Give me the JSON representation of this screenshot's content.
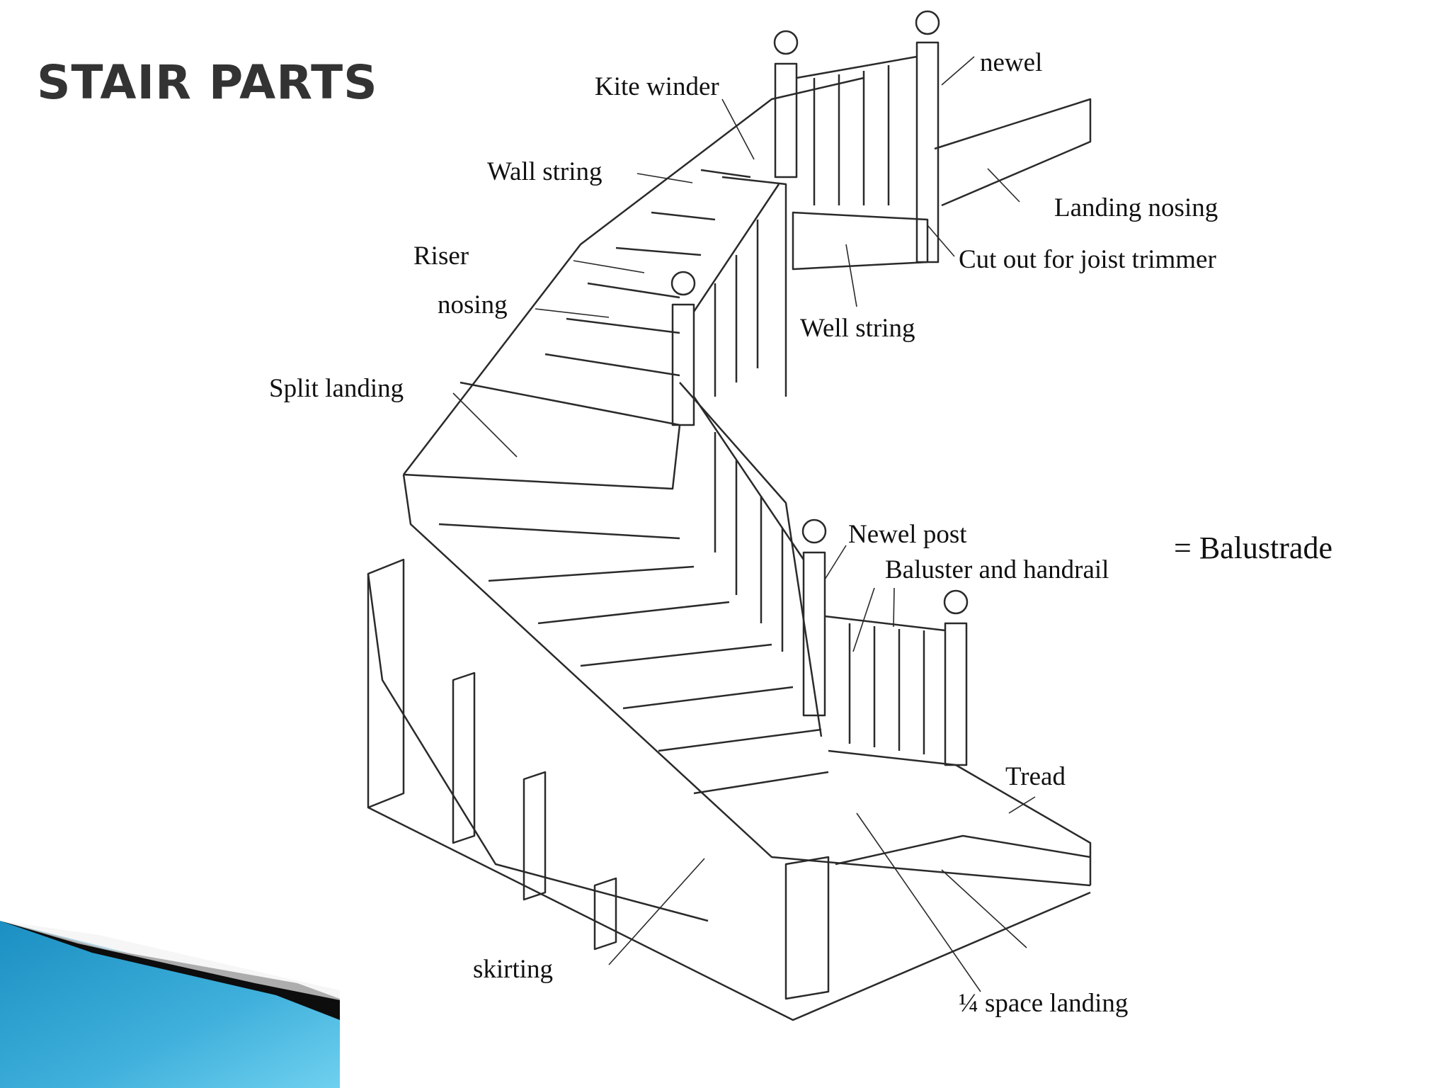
{
  "slide": {
    "title": "STAIR PARTS"
  },
  "labels": {
    "kite_winder": "Kite winder",
    "newel": "newel",
    "wall_string": "Wall string",
    "landing_nosing": "Landing nosing",
    "riser": "Riser",
    "cut_out": "Cut out for joist trimmer",
    "nosing": "nosing",
    "well_string": "Well string",
    "split_landing": "Split landing",
    "newel_post": "Newel post",
    "baluster_handrail": "Baluster and handrail",
    "balustrade": "= Balustrade",
    "tread": "Tread",
    "skirting": "skirting",
    "quarter_landing": "¼ space landing"
  },
  "colors": {
    "accent_teal": "#1b8fc2",
    "accent_light": "#5cc3e6",
    "accent_dark": "#0d0d0d",
    "line": "#2a2a2a"
  }
}
